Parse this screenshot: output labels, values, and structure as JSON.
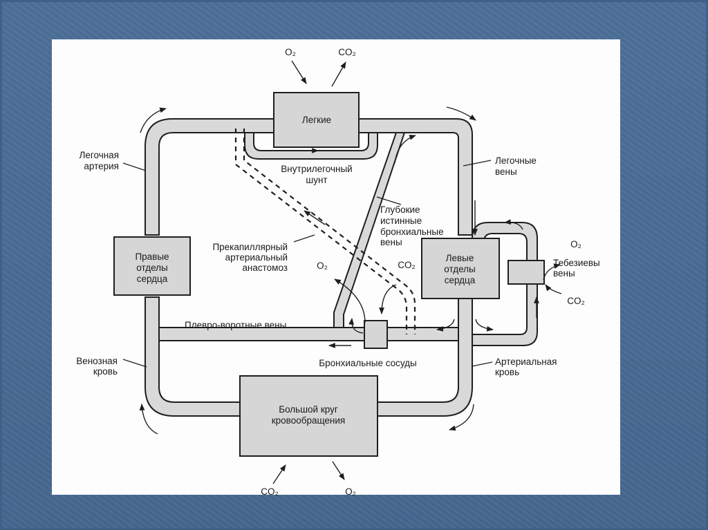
{
  "slide": {
    "background_color": "#4a6d96",
    "sheet_color": "#fdfdfd"
  },
  "diagram": {
    "title": "",
    "nodes": {
      "lungs": "Легкие",
      "right_heart": [
        "Правые",
        "отделы",
        "сердца"
      ],
      "left_heart": [
        "Левые",
        "отделы",
        "сердца"
      ],
      "systemic": [
        "Большой круг",
        "кровообращения"
      ],
      "thebesian_box": ""
    },
    "labels": {
      "pulmonary_artery": [
        "Легочная",
        "артерия"
      ],
      "pulmonary_veins": [
        "Легочные",
        "вены"
      ],
      "intrapulmonary_shunt": [
        "Внутрилегочный",
        "шунт"
      ],
      "deep_bronchial_veins": [
        "Глубокие",
        "истинные",
        "бронхиальные",
        "вены"
      ],
      "precapillary_anastomosis": [
        "Прекапиллярный",
        "артериальный",
        "анастомоз"
      ],
      "thebesian_veins": [
        "Тебезиевы",
        "вены"
      ],
      "pleuro_portal_veins": "Плевро-воротные вены",
      "bronchial_vessels": "Бронхиальные сосуды",
      "venous_blood": [
        "Венозная",
        "кровь"
      ],
      "arterial_blood": [
        "Артериальная",
        "кровь"
      ]
    },
    "gases": {
      "lungs_in": "O₂",
      "lungs_out": "CO₂",
      "bronchial_o2": "O₂",
      "bronchial_co2": "CO₂",
      "thebesian_o2": "O₂",
      "thebesian_co2": "CO₂",
      "systemic_in": "CO₂",
      "systemic_out": "O₂"
    }
  }
}
